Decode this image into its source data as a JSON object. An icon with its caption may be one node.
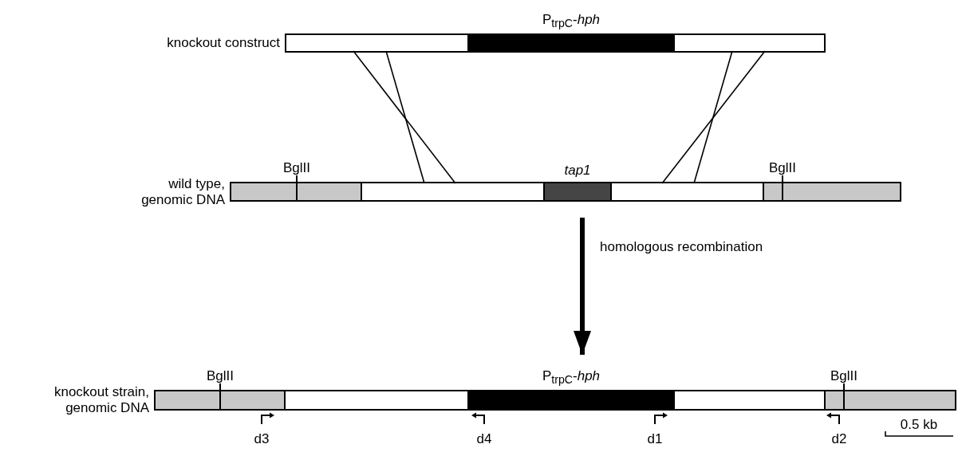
{
  "diagram": {
    "nodes": [
      {
        "text": [
          "knockout construct"
        ]
      },
      {
        "text": [],
        "shape": "box",
        "in": 0
      },
      {
        "text": [
          "P$_{trpC}$-*hph*"
        ],
        "in": 0
      },
      {
        "text": [],
        "shape": "box",
        "in": 0
      },
      {
        "text": [
          "wild type, genomic DNA"
        ]
      },
      {
        "text": [],
        "shape": "box",
        "in": 4,
        "beside": [
          "BglII"
        ]
      },
      {
        "text": [],
        "shape": "box",
        "in": 4
      },
      {
        "text": [
          "tap1"
        ],
        "in": 4
      },
      {
        "text": [],
        "shape": "box",
        "in": 4
      },
      {
        "text": [],
        "shape": "box",
        "in": 4,
        "beside": [
          "BglII"
        ]
      },
      {
        "text": [
          "knockout strain, genomic DNA"
        ]
      },
      {
        "text": [],
        "shape": "box",
        "in": 10,
        "beside": [
          "BglII"
        ]
      },
      {
        "text": [],
        "shape": "box",
        "in": 10
      },
      {
        "text": [
          "P$_{trpC}$-*hph*"
        ],
        "in": 10
      },
      {
        "text": [],
        "shape": "box",
        "in": 10
      },
      {
        "text": [],
        "shape": "box",
        "in": 10,
        "beside": [
          "BglII"
        ]
      }
    ],
    "edges": [
      {
        "from": 1,
        "to": 6,
        "arrow": "none"
      },
      {
        "from": 1,
        "to": 6,
        "arrow": "none"
      },
      {
        "from": 3,
        "to": 8,
        "arrow": "none"
      },
      {
        "from": 3,
        "to": 8,
        "arrow": "none"
      },
      {
        "from": 4,
        "to": 10,
        "arrow": "to",
        "label": "homologous recombination",
        "style": "thick"
      }
    ],
    "labels": [
      "d3",
      "d4",
      "d1",
      "d2",
      "0.5 kb"
    ]
  }
}
